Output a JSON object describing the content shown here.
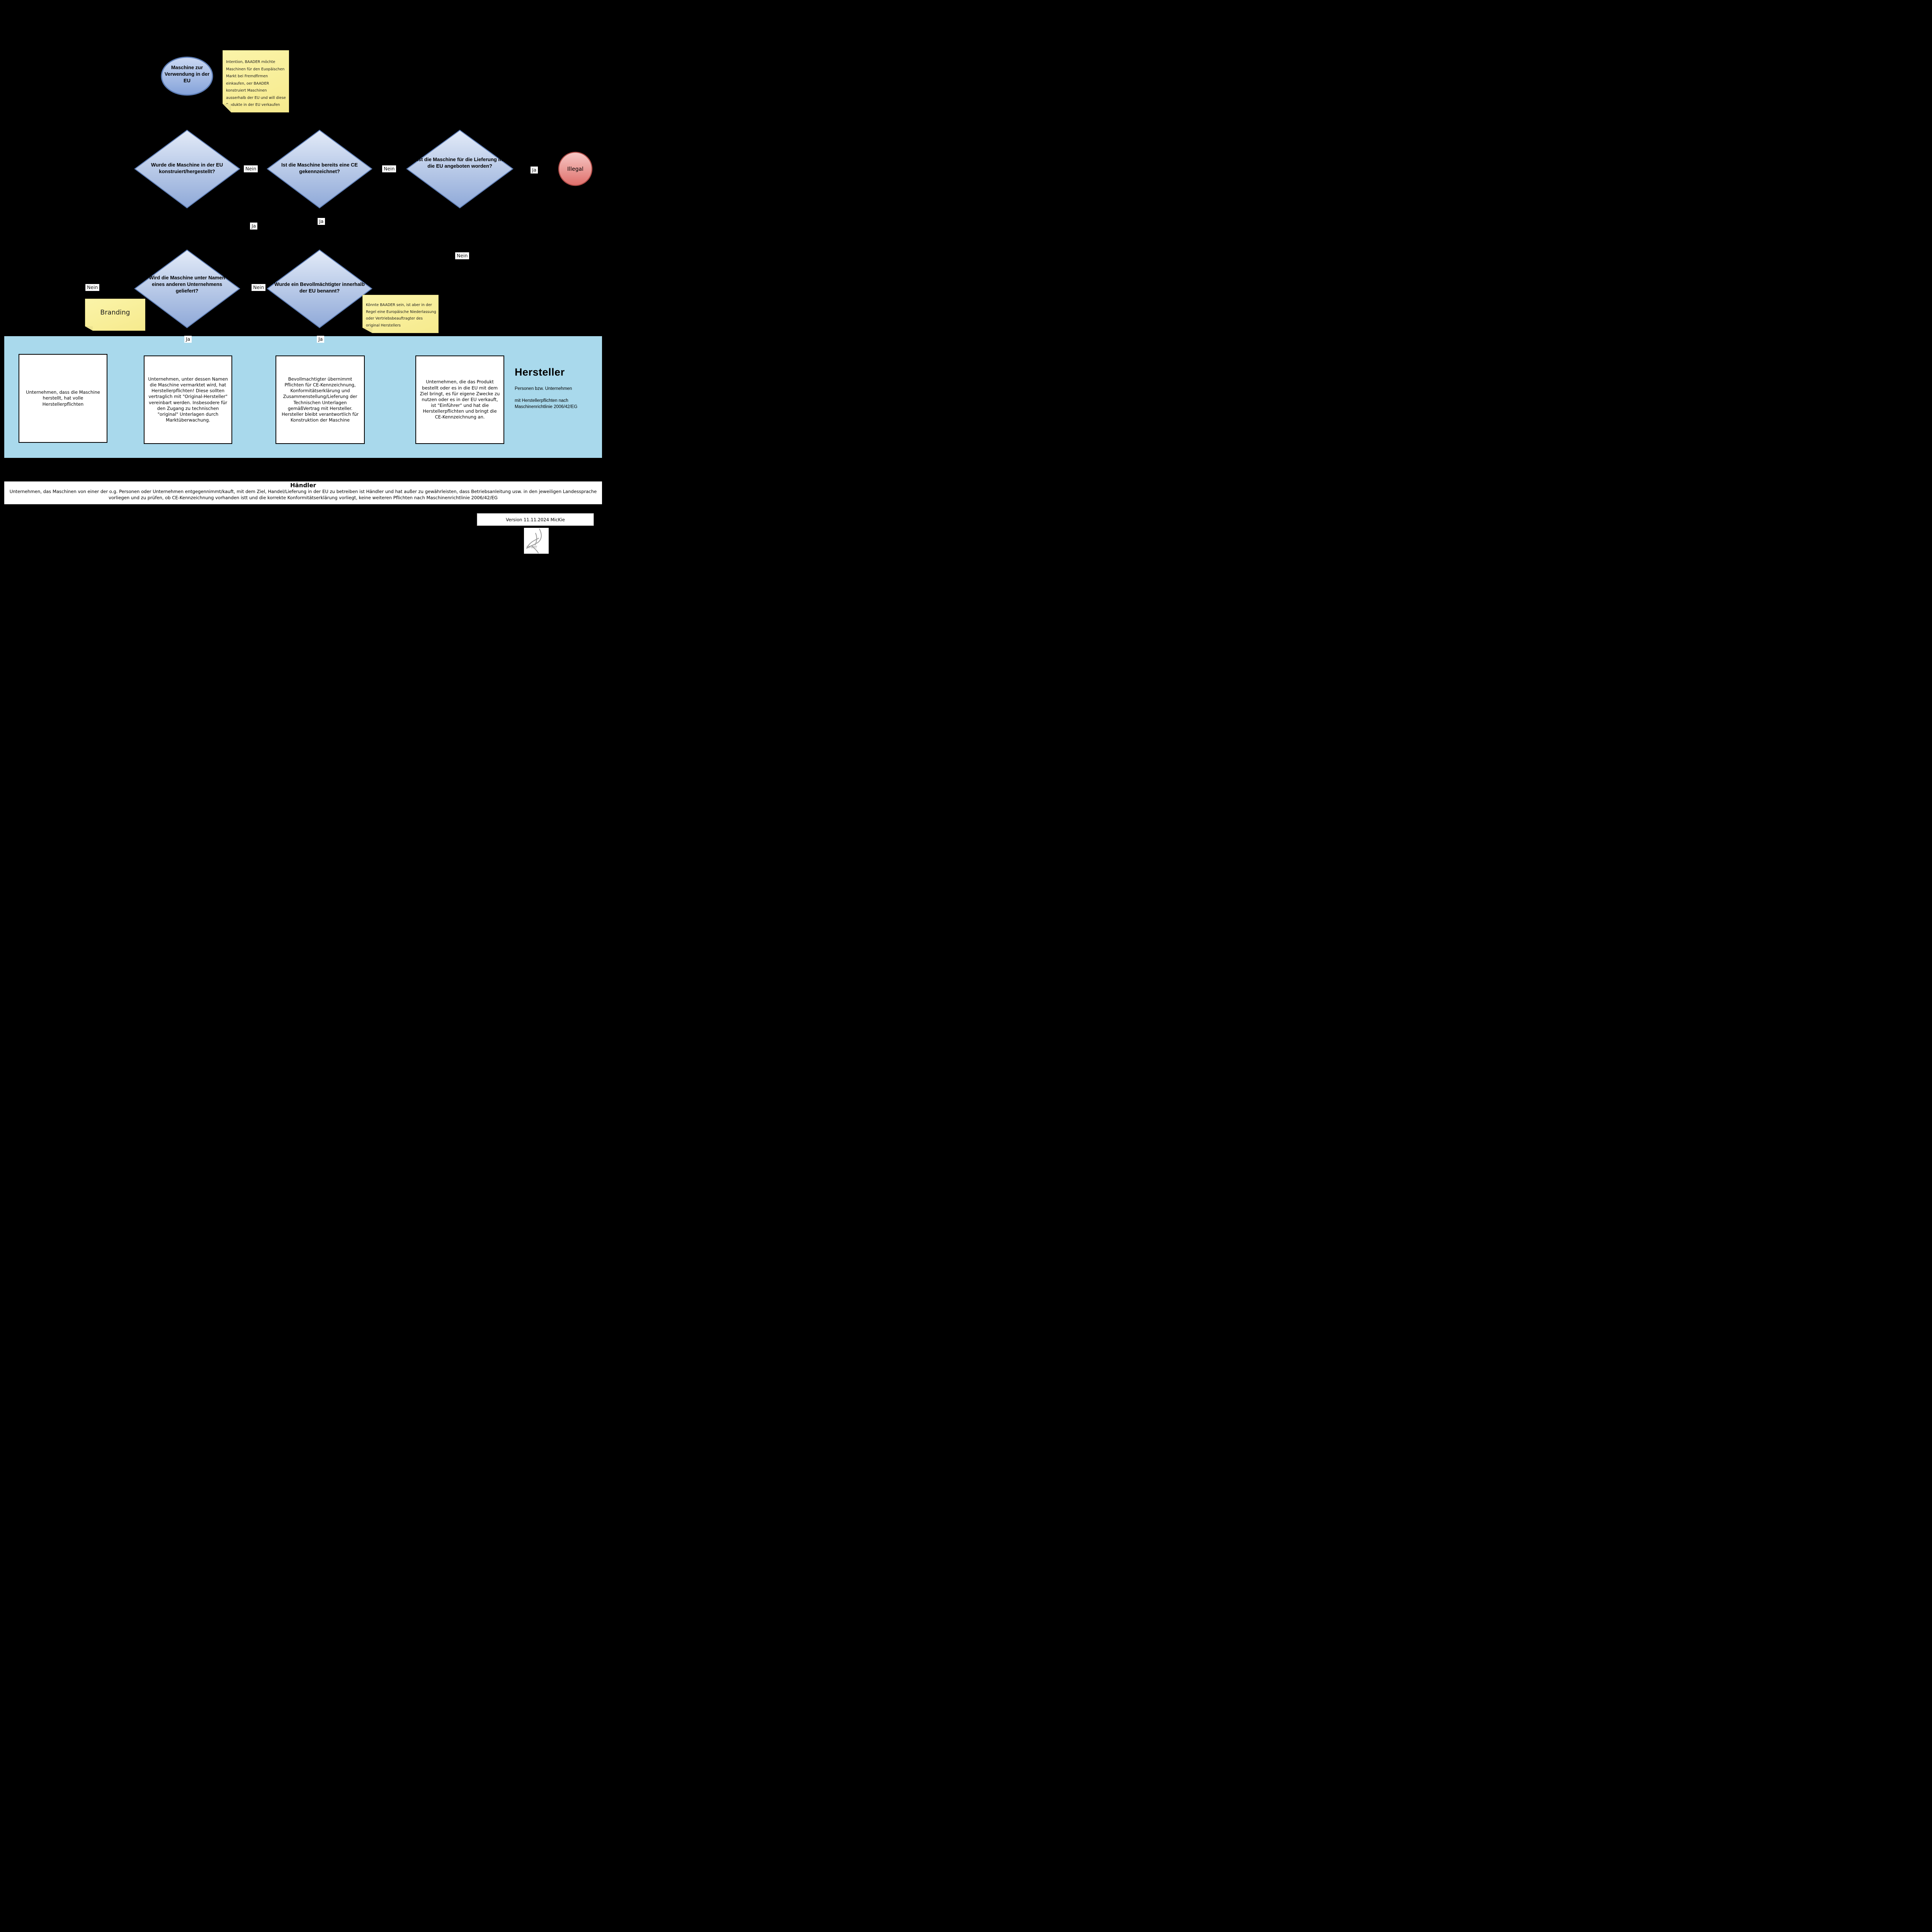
{
  "colors": {
    "background": "#000000",
    "band_blue": "#a9d9ec",
    "diamond_fill_top": "#e3ebf8",
    "diamond_fill_bottom": "#8fa9d8",
    "diamond_border": "#5d7db6",
    "illegal_fill_top": "#f7c9c6",
    "illegal_fill_bottom": "#df6f6b",
    "illegal_border": "#ad4a46",
    "note_yellow": "#f8ef9c"
  },
  "start": {
    "label": "Maschine zur Verwendung in der EU"
  },
  "notes": {
    "intention": "Intention, BAADER möchte Maschinen für den Euopäischen Markt bei Fremdfirmen einkaufen, oer BAADER konstruiert Maschinen ausserhalb der EU und will diese Produkte in der EU verkaufen",
    "branding": "Branding",
    "bevollmaechtigter": "Könnte BAADER sein, ist aber in der Regel eine Europäische Niederlassung oder Vertriebsbeauftragter des original Herstellers"
  },
  "decisions": {
    "d1": "Wurde die Maschine in der EU konstruiert/hergestellt?",
    "d2": "Ist die Maschine bereits eine CE gekennzeichnet?",
    "d3": "Ist die Maschine für die Lieferung in die EU angeboten worden?",
    "d4": "Wird die Maschine unter Namen eines anderen Unternehmens geliefert?",
    "d5": "Wurde ein Bevollmächtigter innerhalb der EU benannt?"
  },
  "terminal": {
    "illegal": "Illegal"
  },
  "labels": {
    "ja": "Ja",
    "nein": "Nein"
  },
  "band": {
    "boxes": [
      {
        "text": "Unternehmen, dass die Maschine herstellt, hat volle Herstellerpflichten"
      },
      {
        "text": "Unternehmen, unter dessen Namen die Maschine vermarktet wird, hat Herstellerpflichten! Diese sollten vertraglich  mit \"Original-Hersteller\" vereinbart werden. Insbesodere für den Zugang zu technischen \"original\" Unterlagen durch Marktüberwachung."
      },
      {
        "text": "Bevollmachtigter übernimmt Pflichten für CE-Kennzeichnung, Konformitätserklärung und Zusammenstellung/Lieferung der Technischen Unterlagen gemäßVertrag mit Hersteller. Hersteller bleibt verantwortlich für Konstruktion der Maschine"
      },
      {
        "text": "Unternehmen, die das Produkt bestellt oder es in die EU mit dem Ziel bringt, es für eigene Zwecke zu nutzen oder es in der EU verkauft, ist \"Einführer\" und hat die Herstellerpflichten und bringt die CE-Kennzeichnung an."
      }
    ],
    "hersteller": {
      "heading": "Hersteller",
      "line1": "Personen bzw. Unternehmen",
      "line2": "mit Herstellerpflichten nach Maschinenrichtlinie 2006/42/EG"
    }
  },
  "haendler": {
    "heading": "Händler",
    "text": "Unternehmen, das Maschinen von einer der o.g. Personen oder Unternehmen entgegennimmt/kauft, mit dem Ziel, Handel/Lieferung in der EU zu betreiben ist Händler und hat außer zu gewährleisten, dass Betriebsanleitung usw. in den jeweiligen Landessprache vorliegen und zu prüfen, ob CE-Kennzeichnung vorhanden istt und die korrekte Konformitätserklärung vorliegt, keine weiteren Pflichten nach Maschinenrichtlinie 2006/42/EG"
  },
  "footer": {
    "version": "Version  11.11.2024 MicKie",
    "logo": "LAPWING"
  }
}
